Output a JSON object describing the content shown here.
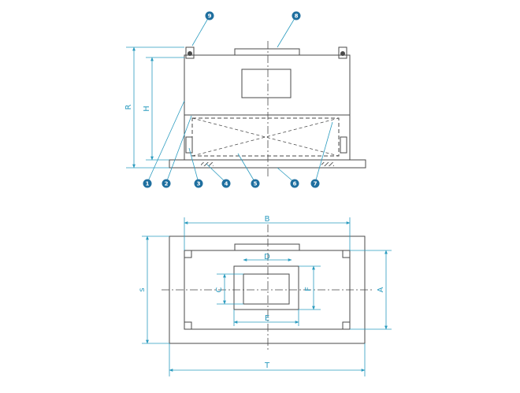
{
  "colors": {
    "outline": "#4a4a4a",
    "dimension": "#2a9bbf",
    "callout": "#1f6f9f",
    "hatch": "#333333"
  },
  "front_view": {
    "dimensions": {
      "R": "R",
      "H": "H"
    },
    "callouts": [
      "1",
      "2",
      "3",
      "4",
      "5",
      "6",
      "7",
      "8",
      "9"
    ]
  },
  "plan_view": {
    "dimensions": {
      "B": "B",
      "D": "D",
      "C": "C",
      "F": "F",
      "E": "E",
      "A": "A",
      "S": "s",
      "T": "T"
    }
  }
}
